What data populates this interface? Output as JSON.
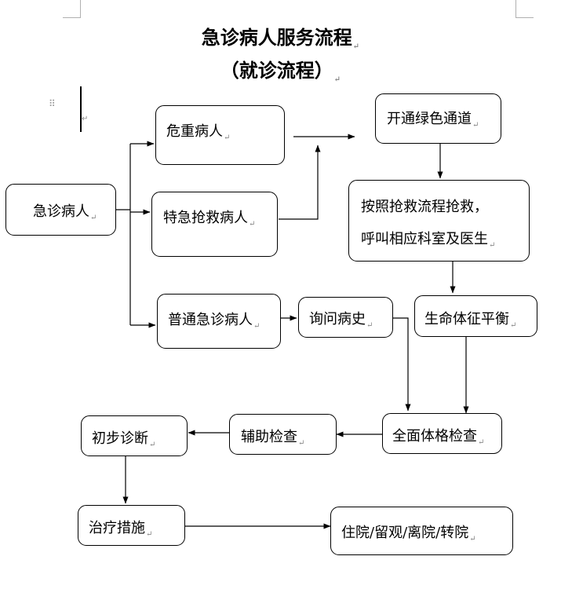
{
  "title": {
    "line1": "急诊病人服务流程",
    "line2": "（就诊流程）"
  },
  "para_mark": "↵",
  "nodes": {
    "emergency_patient": "急诊病人",
    "critical_patient": "危重病人",
    "super_critical_patient": "特急抢救病人",
    "ordinary_patient": "普通急诊病人",
    "green_channel": "开通绿色通道",
    "rescue_line1": "按照抢救流程抢救，",
    "rescue_line2": "呼叫相应科室及医生",
    "ask_history": "询问病史",
    "vital_signs": "生命体征平衡",
    "full_exam": "全面体格检查",
    "aux_exam": "辅助检查",
    "initial_diagnosis": "初步诊断",
    "treatment": "治疗措施",
    "outcome": "住院/留观/离院/转院"
  }
}
